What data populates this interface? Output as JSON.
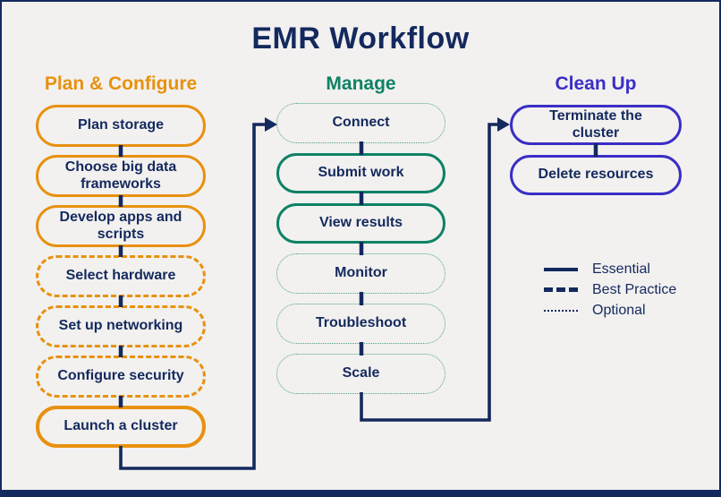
{
  "title": "EMR Workflow",
  "colors": {
    "navy": "#14295E",
    "orange": "#E8910F",
    "teal": "#0E8265",
    "teal_dotted": "#4C9F86",
    "purple": "#3B2EC6",
    "background": "#F2F1EF"
  },
  "columns": [
    {
      "heading": "Plan & Configure",
      "items": [
        {
          "label": "Plan storage",
          "type": "essential"
        },
        {
          "label": "Choose big data frameworks",
          "type": "essential"
        },
        {
          "label": "Develop apps and scripts",
          "type": "essential"
        },
        {
          "label": "Select hardware",
          "type": "best-practice"
        },
        {
          "label": "Set up networking",
          "type": "best-practice"
        },
        {
          "label": "Configure security",
          "type": "best-practice"
        },
        {
          "label": "Launch a cluster",
          "type": "essential"
        }
      ]
    },
    {
      "heading": "Manage",
      "items": [
        {
          "label": "Connect",
          "type": "optional"
        },
        {
          "label": "Submit work",
          "type": "essential"
        },
        {
          "label": "View results",
          "type": "essential"
        },
        {
          "label": "Monitor",
          "type": "optional"
        },
        {
          "label": "Troubleshoot",
          "type": "optional"
        },
        {
          "label": "Scale",
          "type": "optional"
        }
      ]
    },
    {
      "heading": "Clean Up",
      "items": [
        {
          "label": "Terminate the cluster",
          "type": "essential"
        },
        {
          "label": "Delete resources",
          "type": "essential"
        }
      ]
    }
  ],
  "legend": [
    {
      "label": "Essential",
      "style": "solid"
    },
    {
      "label": "Best Practice",
      "style": "dashed"
    },
    {
      "label": "Optional",
      "style": "dotted"
    }
  ]
}
